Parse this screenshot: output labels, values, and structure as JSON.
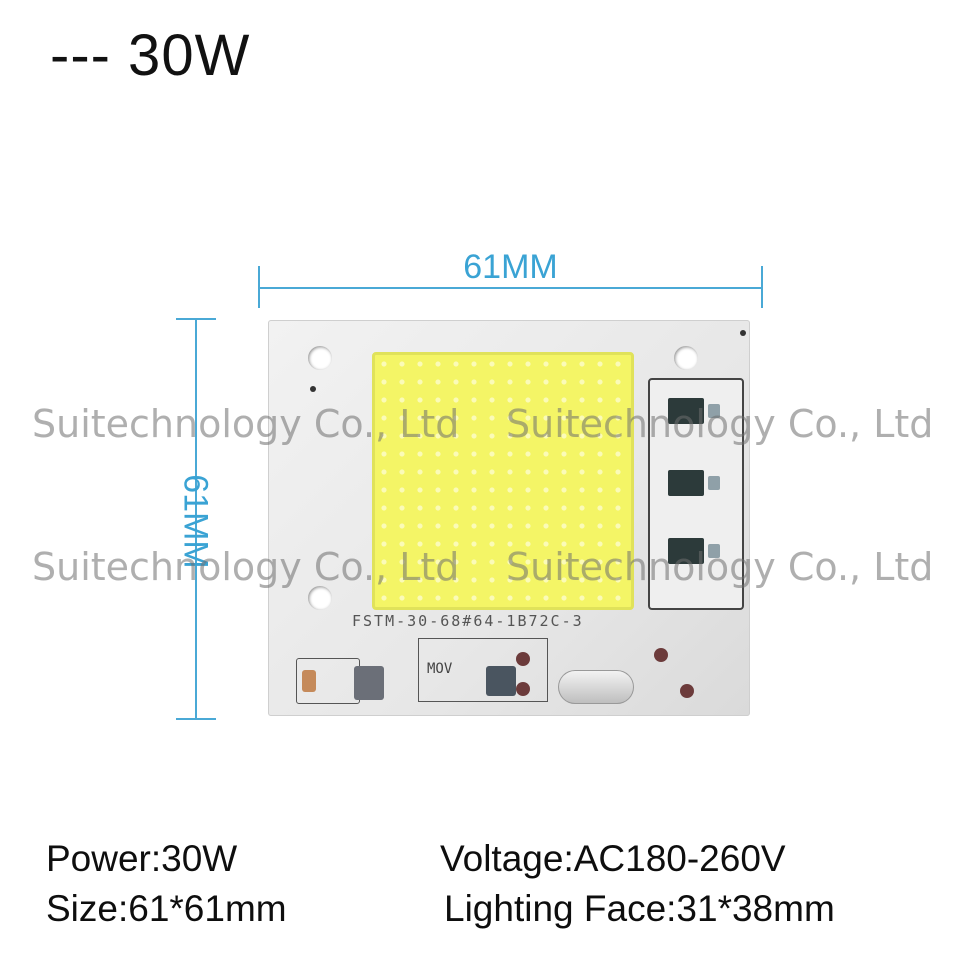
{
  "title": "--- 30W",
  "dimensions": {
    "width_label": "61MM",
    "height_label": "61MM"
  },
  "board": {
    "silkscreen_code": "FSTM-30-68#64-1B72C-3",
    "mov_label": "MOV"
  },
  "watermarks": [
    "Suitechnology Co., Ltd",
    "Suitechnology Co., Ltd",
    "Suitechnology Co., Ltd",
    "Suitechnology Co., Ltd"
  ],
  "specs": {
    "power": "Power:30W",
    "voltage": "Voltage:AC180-260V",
    "size": "Size:61*61mm",
    "lighting_face": "Lighting Face:31*38mm"
  },
  "colors": {
    "dimension_blue": "#3aa3d4",
    "chip_yellow": "#f4f566",
    "board_white": "#ececec"
  }
}
